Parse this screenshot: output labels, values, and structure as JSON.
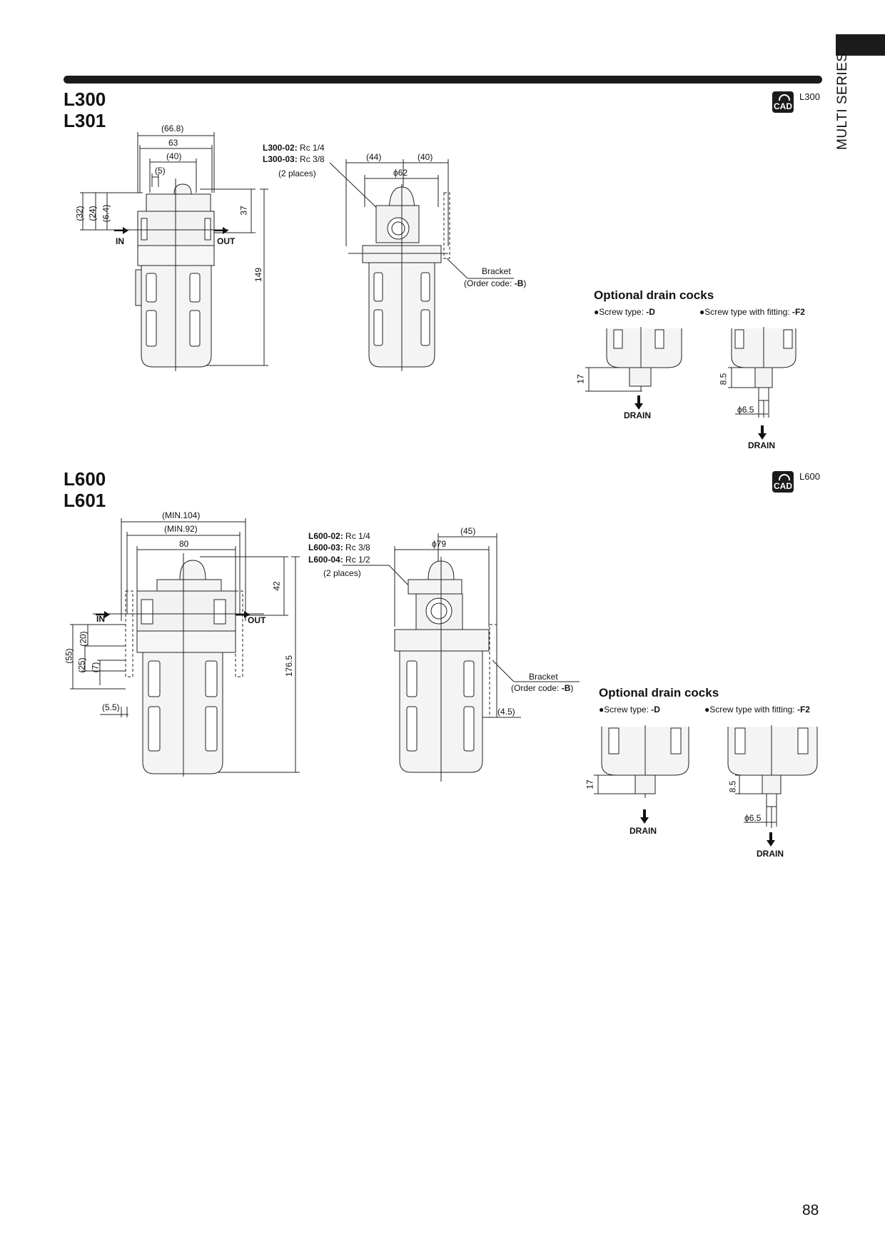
{
  "side_tab": {
    "series_label": "MULTI SERIES"
  },
  "page_number": "88",
  "sections": [
    {
      "models": [
        "L300",
        "L301"
      ],
      "cad_label": "CAD",
      "cad_model": "L300",
      "front_dims": [
        "(66.8)",
        "63",
        "(40)",
        "(5)",
        "(32)",
        "(24)",
        "(6.4)",
        "37",
        "149"
      ],
      "flow_in": "IN",
      "flow_out": "OUT",
      "port_specs": [
        {
          "code": "L300-02:",
          "size": "Rc 1/4"
        },
        {
          "code": "L300-03:",
          "size": "Rc 3/8"
        }
      ],
      "port_places": "(2 places)",
      "side_dims": [
        "(44)",
        "(40)",
        "ϕ62"
      ],
      "bracket": {
        "label": "Bracket",
        "order_prefix": "(Order code: ",
        "order_code": "-B",
        "order_suffix": ")"
      },
      "drain_cocks": {
        "heading": "Optional drain cocks",
        "screw_type": "Screw type: ",
        "screw_code": "-D",
        "fitting_type": "Screw type with fitting: ",
        "fitting_code": "-F2",
        "drain_label": "DRAIN",
        "dim_screw": "17",
        "dim_fitting": "8.5",
        "dim_dia": "ϕ6.5"
      }
    },
    {
      "models": [
        "L600",
        "L601"
      ],
      "cad_label": "CAD",
      "cad_model": "L600",
      "front_dims": [
        "(MIN.104)",
        "(MIN.92)",
        "80",
        "42",
        "(20)",
        "(55)",
        "(25)",
        "(7)",
        "(5.5)",
        "176.5"
      ],
      "flow_in": "IN",
      "flow_out": "OUT",
      "port_specs": [
        {
          "code": "L600-02:",
          "size": "Rc 1/4"
        },
        {
          "code": "L600-03:",
          "size": "Rc 3/8"
        },
        {
          "code": "L600-04:",
          "size": "Rc 1/2"
        }
      ],
      "port_places": "(2 places)",
      "side_dims": [
        "(45)",
        "ϕ79",
        "(4.5)"
      ],
      "bracket": {
        "label": "Bracket",
        "order_prefix": "(Order code: ",
        "order_code": "-B",
        "order_suffix": ")"
      },
      "drain_cocks": {
        "heading": "Optional drain cocks",
        "screw_type": "Screw type: ",
        "screw_code": "-D",
        "fitting_type": "Screw type with fitting: ",
        "fitting_code": "-F2",
        "drain_label": "DRAIN",
        "dim_screw": "17",
        "dim_fitting": "8.5",
        "dim_dia": "ϕ6.5"
      }
    }
  ]
}
